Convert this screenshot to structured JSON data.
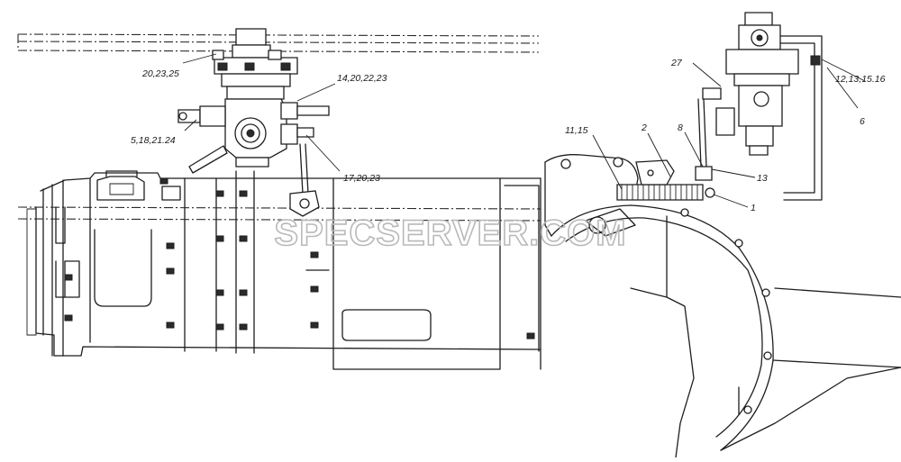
{
  "watermark": "SPECSERVER.COM",
  "callouts": [
    "20,23,25",
    "14,20,22,23",
    "5,18,21.24",
    "17,20,23",
    "27",
    "12,13,15.16",
    "6",
    "11,15",
    "2",
    "8",
    "13",
    "1"
  ],
  "colors": {
    "ink": "#1e1e1e",
    "watermark": "#b9b9b9",
    "paper": "#ffffff"
  }
}
